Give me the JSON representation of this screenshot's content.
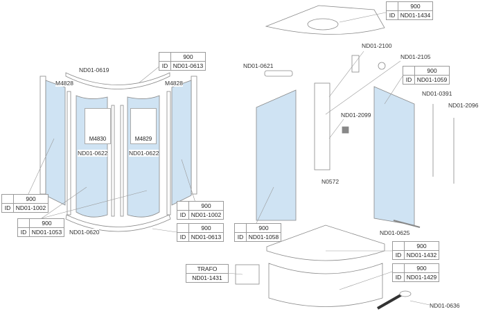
{
  "colors": {
    "glass": "#cfe3f3",
    "line": "#888888"
  },
  "id_tables": [
    {
      "size": "900",
      "id_label": "ID",
      "part": "ND01-0613"
    },
    {
      "size": "900",
      "id_label": "ID",
      "part": "ND01-1434"
    },
    {
      "size": "900",
      "id_label": "ID",
      "part": "ND01-1059"
    },
    {
      "size": "900",
      "id_label": "ID",
      "part": "ND01-1002"
    },
    {
      "size": "900",
      "id_label": "ID",
      "part": "ND01-1053"
    },
    {
      "size": "900",
      "id_label": "ID",
      "part": "ND01-1002"
    },
    {
      "size": "900",
      "id_label": "ID",
      "part": "ND01-0613"
    },
    {
      "size": "900",
      "id_label": "ID",
      "part": "ND01-1058"
    },
    {
      "size": "900",
      "id_label": "ID",
      "part": "ND01-1432"
    },
    {
      "size": "900",
      "id_label": "ID",
      "part": "ND01-1429"
    }
  ],
  "trafo": {
    "title": "TRAFO",
    "part": "ND01-1431"
  },
  "insets": [
    "M4830",
    "M4829"
  ],
  "labels": [
    "ND01-0619",
    "M4828",
    "M4828",
    "ND01-0622",
    "ND01-0622",
    "ND01-0620",
    "ND01-0621",
    "ND01-2100",
    "ND01-2105",
    "ND01-0391",
    "ND01-2096",
    "ND01-2099",
    "N0572",
    "ND01-0625",
    "ND01-0636"
  ]
}
